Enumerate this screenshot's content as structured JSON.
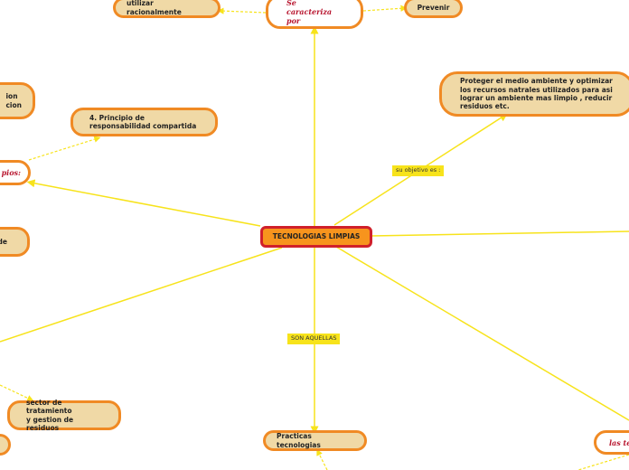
{
  "center": {
    "title": "TECNOLOGIAS LIMPIAS"
  },
  "nodes": {
    "caracteriza": "Se caracteriza\npor",
    "utilizar": "utilizar racionalmente",
    "prevenir": "Prevenir",
    "proteger": "Proteger el medio ambiente y optimizar los recursos natrales utilizados para asi lograr un ambiente mas limpio , reducir residuos etc.",
    "responsabilidad": "4. Principio de responsabilidad compartida",
    "left_top_partial": "ion\ncion",
    "principios_partial": "pios:",
    "left_mid_partial": "de",
    "sector": "sector de tratamiento\ny gestion de residuos",
    "practicas": "Practicas tecnologias",
    "bottom_right_partial": "las tec"
  },
  "labels": {
    "objetivo": "su objetivo es :",
    "aquellas": "SON AQUELLAS"
  },
  "colors": {
    "node_fill": "#f0d9a6",
    "node_border": "#f08a24",
    "center_fill": "#f7941d",
    "center_border": "#d0202a",
    "link": "#f7e31b",
    "script_text": "#b8162f"
  }
}
